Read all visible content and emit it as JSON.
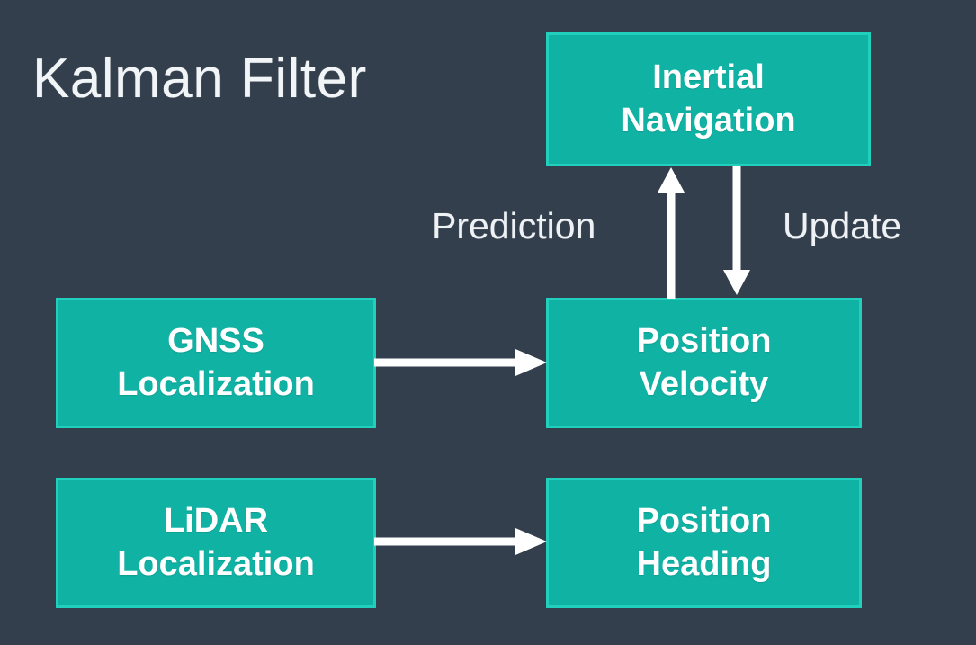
{
  "diagram": {
    "title": "Kalman Filter",
    "background_color": "#333f4d",
    "node_fill_color": "#10b2a4",
    "node_border_color": "#21cfbd",
    "node_text_color": "#ffffff",
    "arrow_color": "#ffffff",
    "label_text_color": "#eef2f5"
  },
  "nodes": [
    {
      "id": "inertial-navigation",
      "line1": "Inertial",
      "line2": "Navigation"
    },
    {
      "id": "gnss-localization",
      "line1": "GNSS",
      "line2": "Localization"
    },
    {
      "id": "position-velocity",
      "line1": "Position",
      "line2": "Velocity"
    },
    {
      "id": "lidar-localization",
      "line1": "LiDAR",
      "line2": "Localization"
    },
    {
      "id": "position-heading",
      "line1": "Position",
      "line2": "Heading"
    }
  ],
  "edges": [
    {
      "id": "prediction",
      "label": "Prediction",
      "from": "position-velocity",
      "to": "inertial-navigation",
      "direction": "up"
    },
    {
      "id": "update",
      "label": "Update",
      "from": "inertial-navigation",
      "to": "position-velocity",
      "direction": "down"
    },
    {
      "id": "gnss-to-position-velocity",
      "label": "",
      "from": "gnss-localization",
      "to": "position-velocity",
      "direction": "right"
    },
    {
      "id": "lidar-to-position-heading",
      "label": "",
      "from": "lidar-localization",
      "to": "position-heading",
      "direction": "right"
    }
  ]
}
